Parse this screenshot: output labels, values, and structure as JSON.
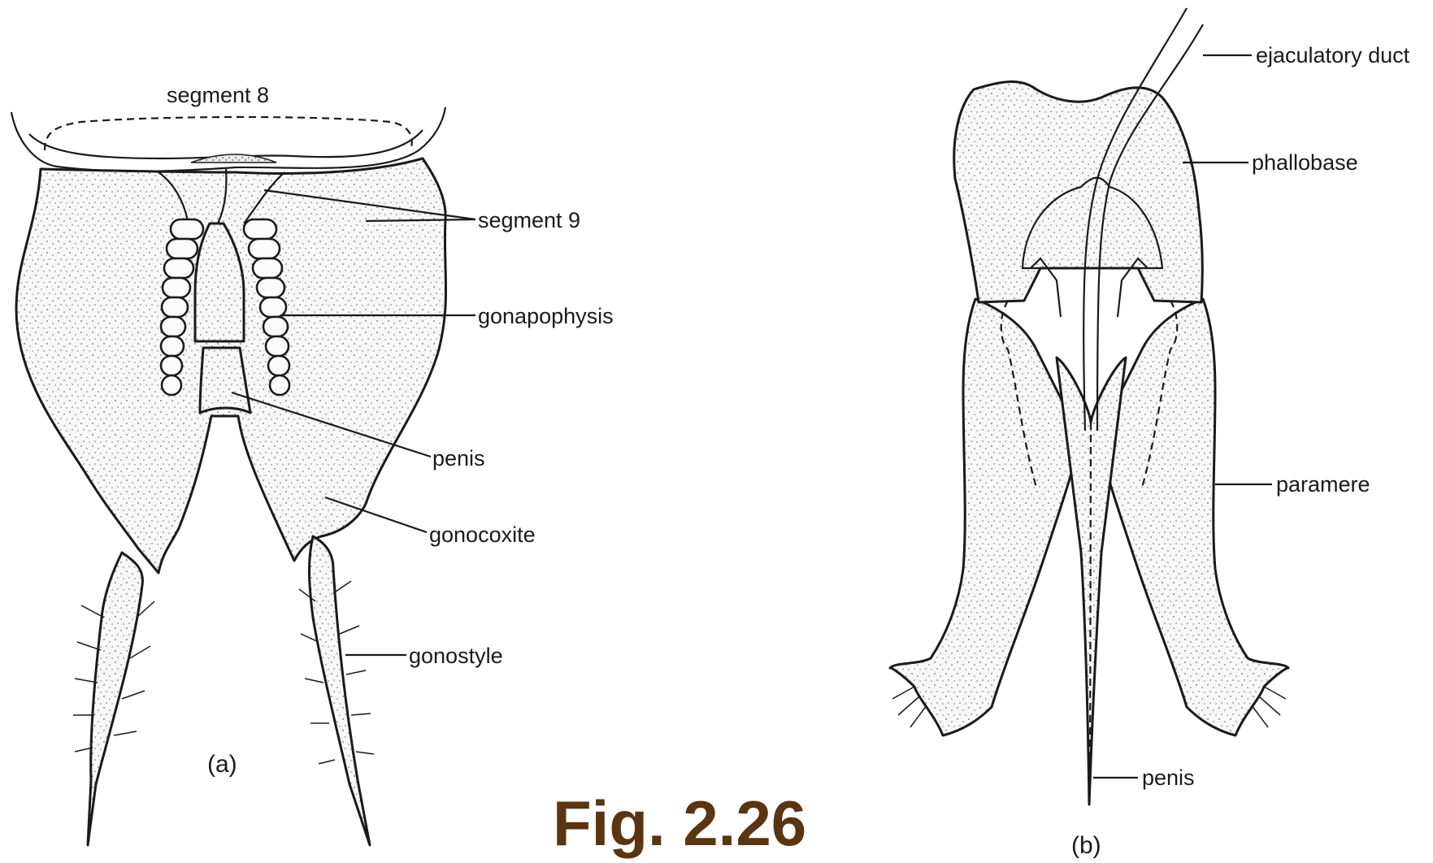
{
  "figure": {
    "caption": "Fig. 2.26",
    "caption_color": "#5a3510"
  },
  "panel_a": {
    "tag": "(a)",
    "labels": {
      "segment8": "segment 8",
      "segment9": "segment 9",
      "gonapophysis": "gonapophysis",
      "penis": "penis",
      "gonocoxite": "gonocoxite",
      "gonostyle": "gonostyle"
    }
  },
  "panel_b": {
    "tag": "(b)",
    "labels": {
      "ejaculatory_duct": "ejaculatory duct",
      "phallobase": "phallobase",
      "paramere": "paramere",
      "penis": "penis"
    }
  }
}
